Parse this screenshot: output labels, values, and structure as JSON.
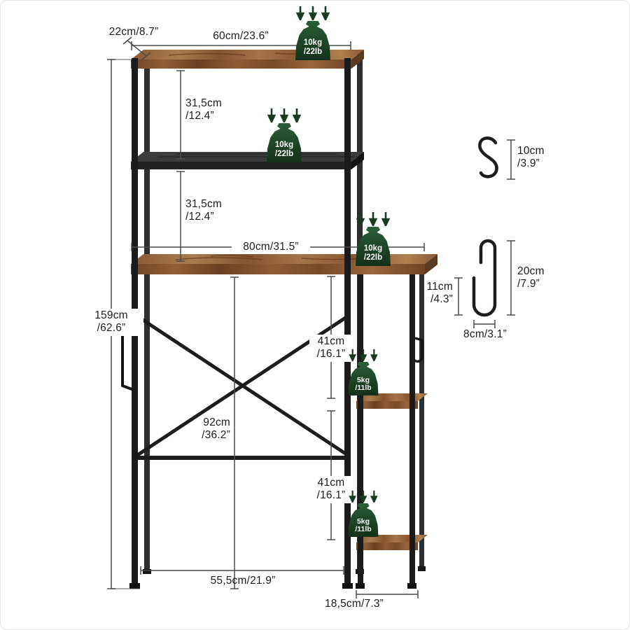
{
  "colors": {
    "accent_green": "#1c4527",
    "wood": "#8a5a33",
    "frame_black": "#1b1b1b"
  },
  "dims": {
    "top_depth": "22cm/8.7”",
    "top_width": "60cm/23.6”",
    "shelf_gap_upper_l1": "31,5cm",
    "shelf_gap_upper_l2": "/12.4”",
    "shelf_gap_lower_l1": "31,5cm",
    "shelf_gap_lower_l2": "/12.4”",
    "middle_width": "80cm/31.5”",
    "total_height_l1": "159cm",
    "total_height_l2": "/62.6”",
    "clearance_height_l1": "92cm",
    "clearance_height_l2": "/36.2”",
    "side_gap_upper_l1": "41cm",
    "side_gap_upper_l2": "/16.1”",
    "side_gap_lower_l1": "41cm",
    "side_gap_lower_l2": "/16.1”",
    "base_width": "55,5cm/21.9”",
    "side_shelf_width": "18,5cm/7.3”"
  },
  "loads": {
    "shelf_10kg_l1": "10kg",
    "shelf_10kg_l2": "/22lb",
    "shelf_5kg_l1": "5kg",
    "shelf_5kg_l2": "/11lb"
  },
  "hooks": {
    "s_hook_length_l1": "10cm",
    "s_hook_length_l2": "/3.9”",
    "door_hook_height_l1": "20cm",
    "door_hook_height_l2": "/7.9”",
    "door_hook_inner_l1": "11cm",
    "door_hook_inner_l2": "/4.3”",
    "door_hook_depth": "8cm/3.1”"
  }
}
